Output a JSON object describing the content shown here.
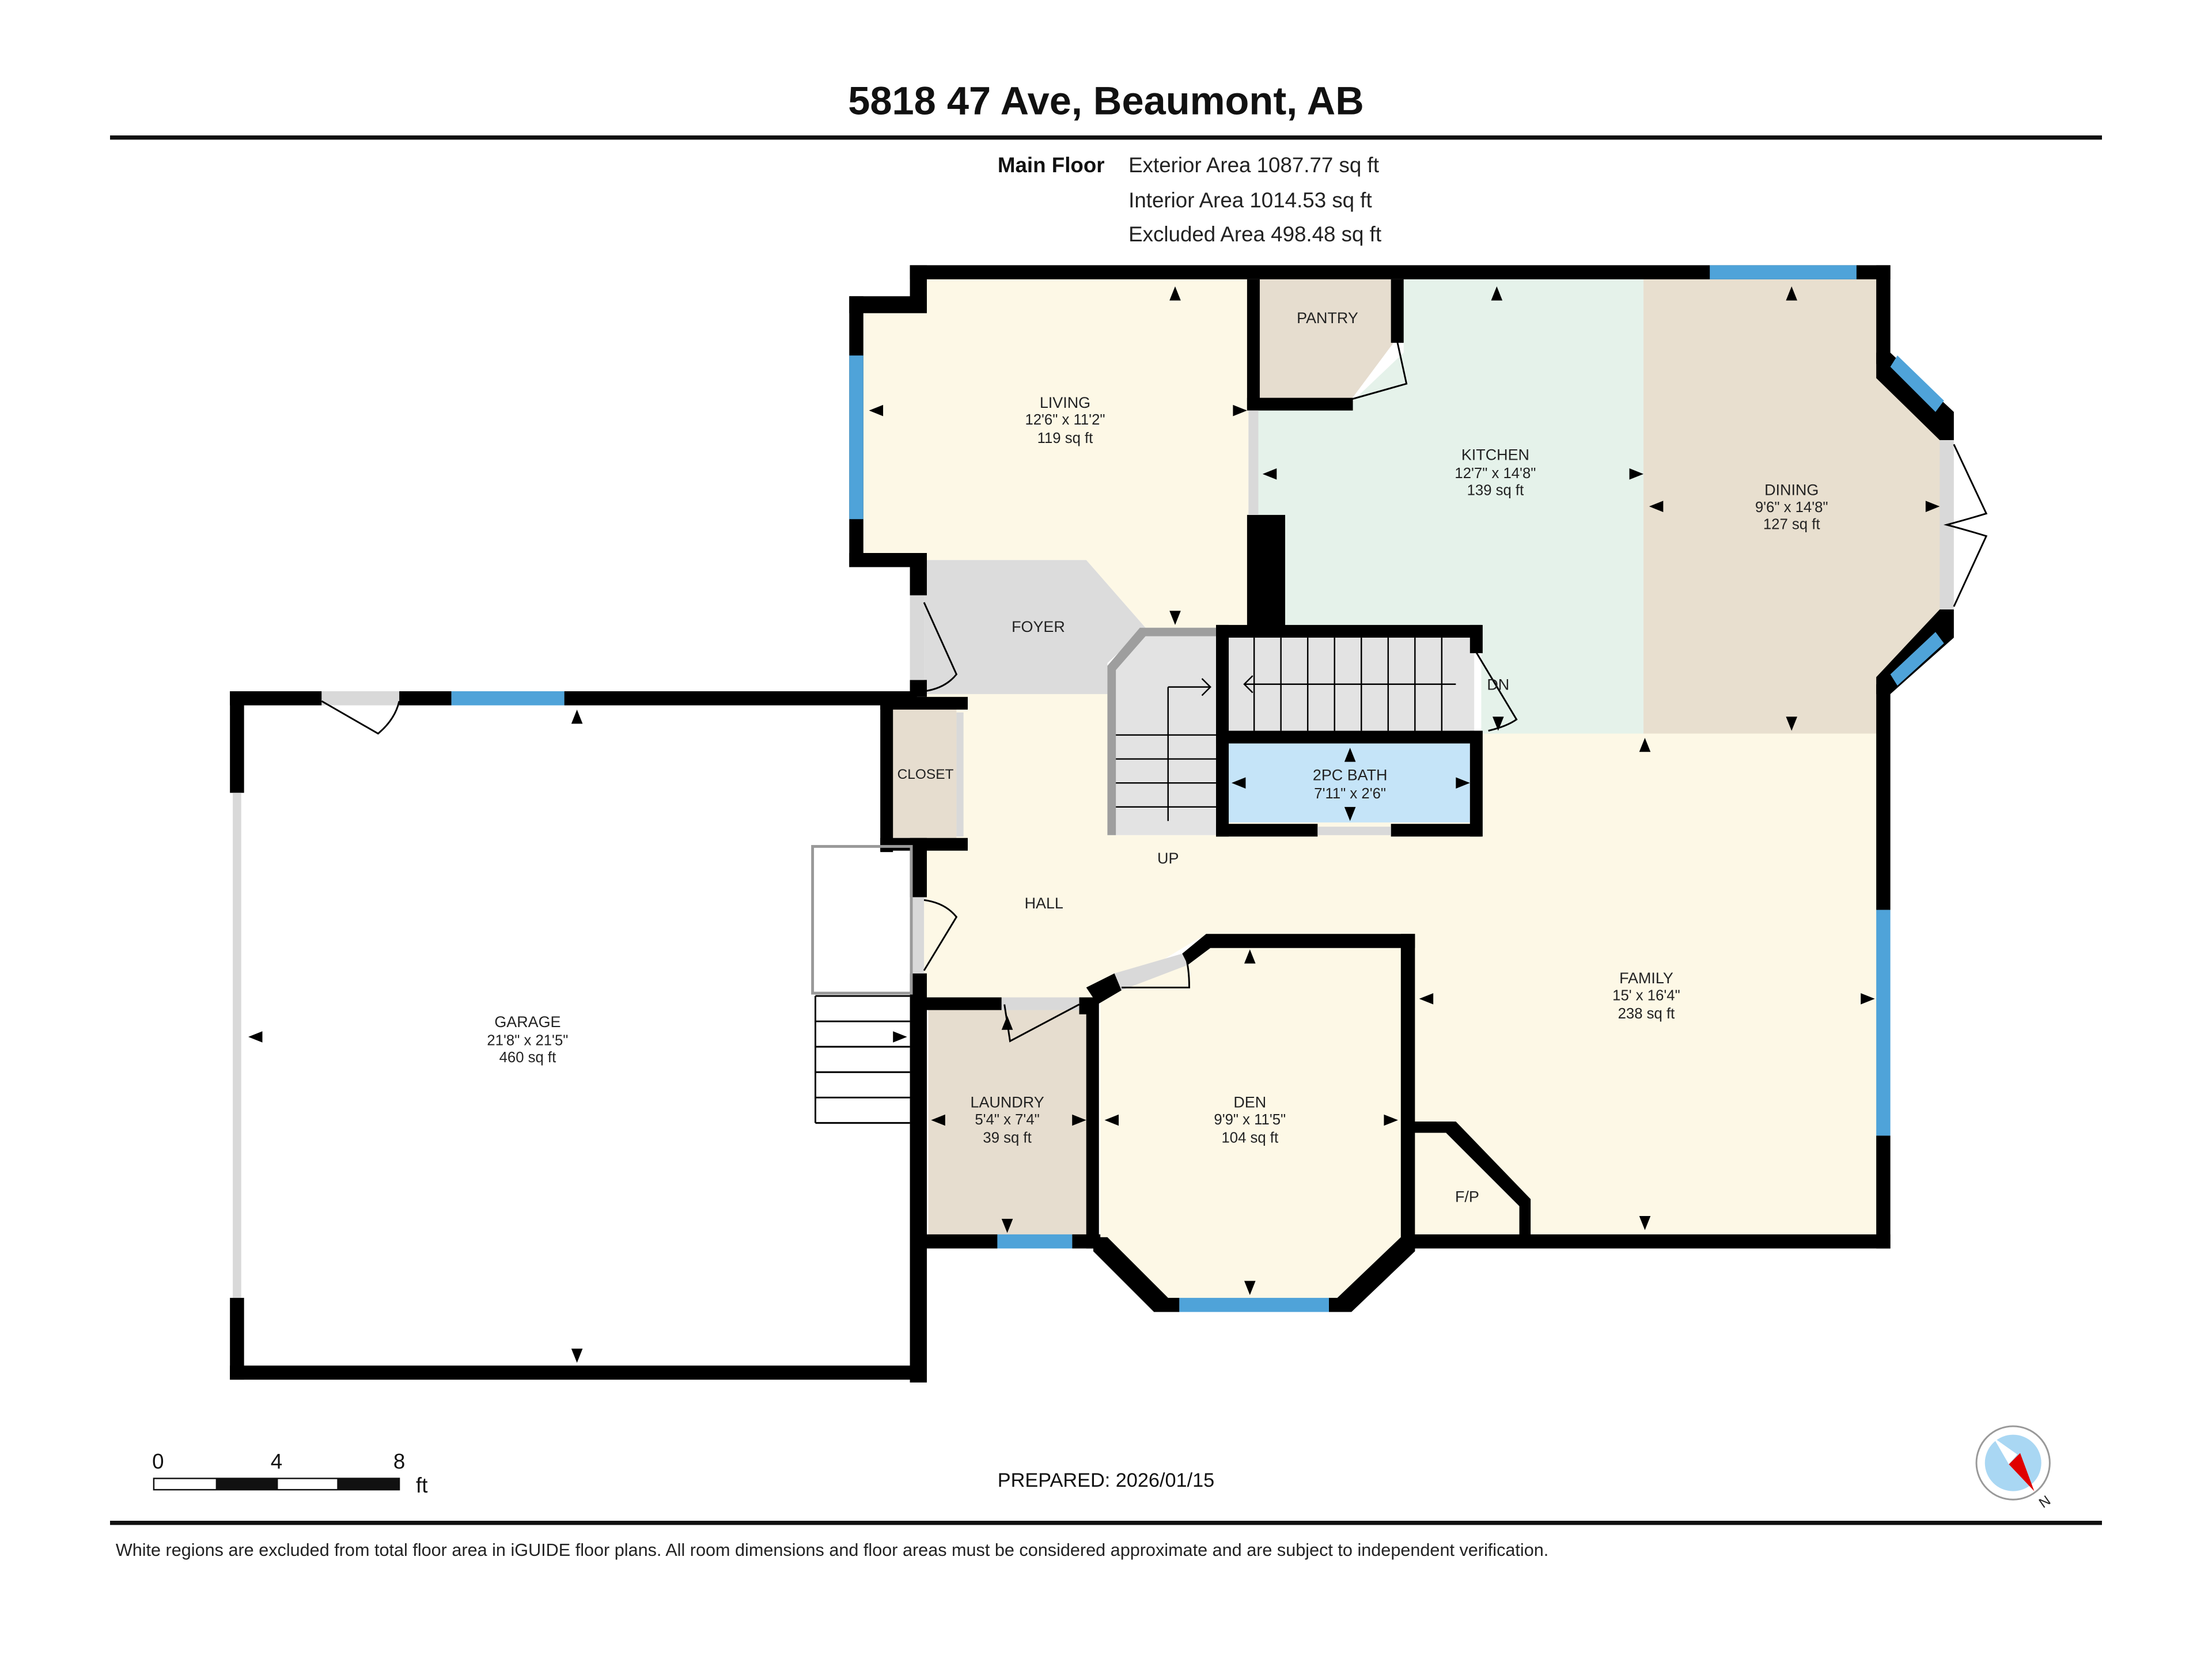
{
  "header": {
    "address": "5818 47 Ave, Beaumont, AB",
    "floor_label": "Main Floor",
    "exterior_area": "Exterior Area 1087.77 sq ft",
    "interior_area": "Interior Area 1014.53 sq ft",
    "excluded_area": "Excluded Area 498.48 sq ft"
  },
  "rooms": {
    "living": {
      "name": "LIVING",
      "dims": "12'6\" x 11'2\"",
      "area": "119 sq ft"
    },
    "pantry": {
      "name": "PANTRY"
    },
    "kitchen": {
      "name": "KITCHEN",
      "dims": "12'7\" x 14'8\"",
      "area": "139 sq ft"
    },
    "dining": {
      "name": "DINING",
      "dims": "9'6\" x 14'8\"",
      "area": "127 sq ft"
    },
    "foyer": {
      "name": "FOYER"
    },
    "closet": {
      "name": "CLOSET"
    },
    "bath": {
      "name": "2PC BATH",
      "dims": "7'11\" x 2'6\""
    },
    "hall": {
      "name": "HALL"
    },
    "garage": {
      "name": "GARAGE",
      "dims": "21'8\" x 21'5\"",
      "area": "460 sq ft"
    },
    "laundry": {
      "name": "LAUNDRY",
      "dims": "5'4\" x 7'4\"",
      "area": "39 sq ft"
    },
    "den": {
      "name": "DEN",
      "dims": "9'9\" x 11'5\"",
      "area": "104 sq ft"
    },
    "family": {
      "name": "FAMILY",
      "dims": "15' x 16'4\"",
      "area": "238 sq ft"
    },
    "fireplace": {
      "name": "F/P"
    }
  },
  "stairs": {
    "up_label": "UP",
    "down_label": "DN"
  },
  "scale_bar": {
    "labels": [
      "0",
      "4",
      "8"
    ],
    "unit": "ft"
  },
  "prepared": "PREPARED: 2026/01/15",
  "compass": {
    "icon": "compass-north-icon",
    "label": "N"
  },
  "footer": "White regions are excluded from total floor area in iGUIDE floor plans. All room dimensions and floor areas must be considered approximate and are subject to independent verification.",
  "colors": {
    "living": "#fdf8e6",
    "kitchen": "#e5f2ea",
    "dining": "#e8dfcf",
    "pantry": "#e6ddcf",
    "laundry": "#e6ddcf",
    "closet": "#e6ddcf",
    "bath": "#c5e4f8",
    "foyer": "#dcdcdc",
    "window": "#4fa3d9",
    "wall": "#000000"
  }
}
